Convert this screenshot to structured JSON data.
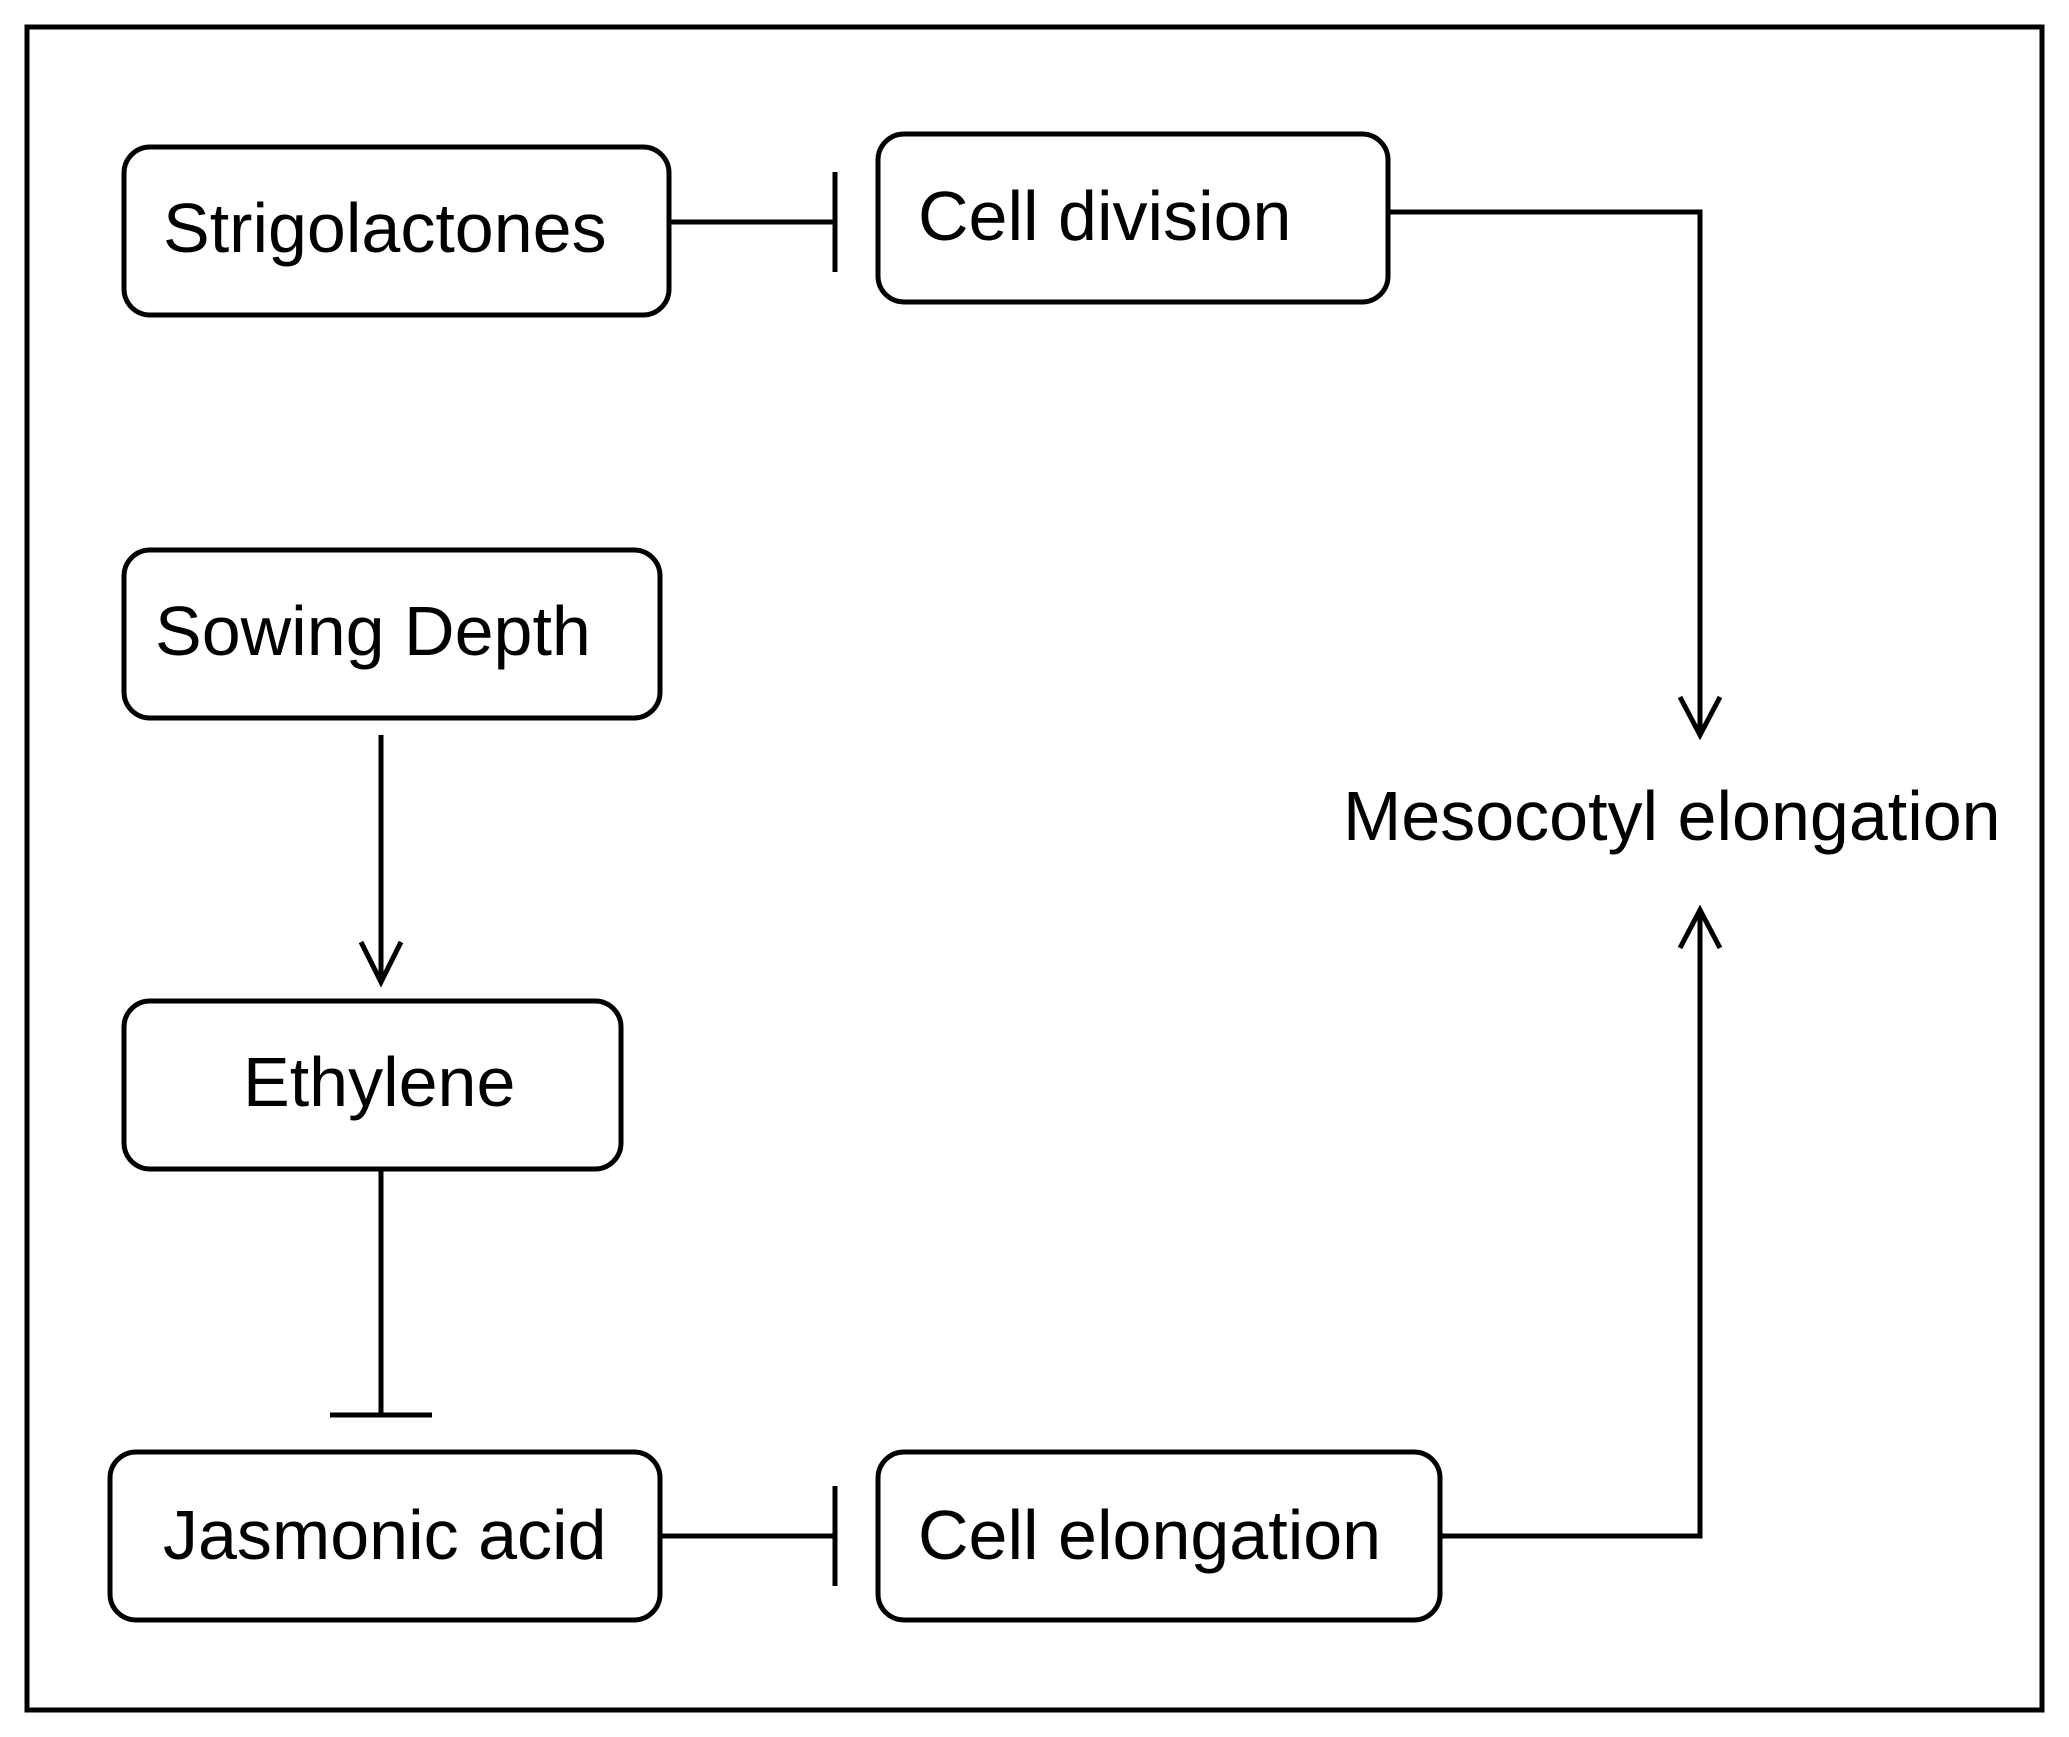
{
  "colors": {
    "stroke": "#000000",
    "background": "#ffffff",
    "text": "#000000"
  },
  "nodes": {
    "strigolactones": "Strigolactones",
    "cell_division": "Cell division",
    "sowing_depth": "Sowing Depth",
    "ethylene": "Ethylene",
    "jasmonic_acid": "Jasmonic acid",
    "cell_elongation": "Cell elongation",
    "mesocotyl_elongation": "Mesocotyl elongation"
  },
  "edges": [
    {
      "from": "strigolactones",
      "to": "cell_division",
      "type": "inhibit"
    },
    {
      "from": "cell_division",
      "to": "mesocotyl_elongation",
      "type": "promote"
    },
    {
      "from": "sowing_depth",
      "to": "ethylene",
      "type": "promote"
    },
    {
      "from": "ethylene",
      "to": "jasmonic_acid",
      "type": "inhibit"
    },
    {
      "from": "jasmonic_acid",
      "to": "cell_elongation",
      "type": "inhibit"
    },
    {
      "from": "cell_elongation",
      "to": "mesocotyl_elongation",
      "type": "promote"
    }
  ]
}
